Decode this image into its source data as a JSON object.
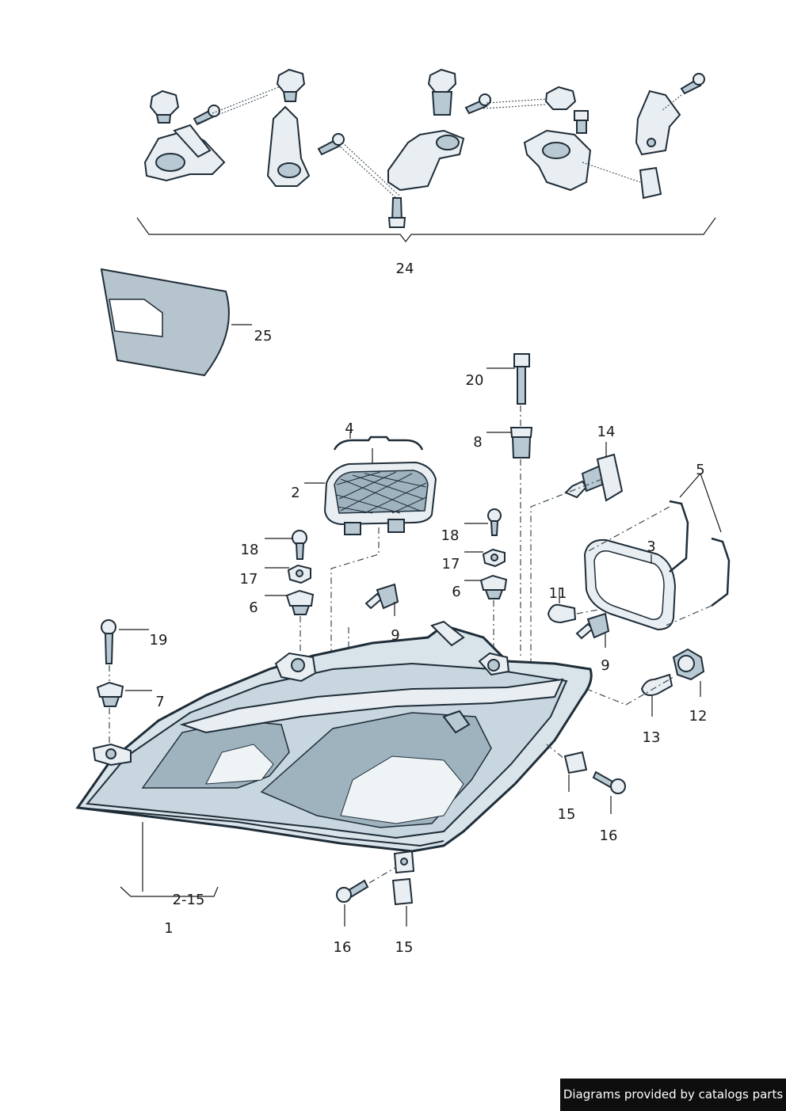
{
  "labels": {
    "p1": "1",
    "p2_15": "2-15",
    "p2": "2",
    "p3": "3",
    "p4": "4",
    "p5": "5",
    "p6a": "6",
    "p6b": "6",
    "p7": "7",
    "p8": "8",
    "p9a": "9",
    "p9b": "9",
    "p11": "11",
    "p12": "12",
    "p13": "13",
    "p14": "14",
    "p15a": "15",
    "p15b": "15",
    "p16a": "16",
    "p16b": "16",
    "p17a": "17",
    "p17b": "17",
    "p18a": "18",
    "p18b": "18",
    "p19": "19",
    "p20": "20",
    "p24": "24",
    "p25": "25"
  },
  "footer": {
    "text": "Diagrams provided by catalogs parts"
  },
  "colors": {
    "outline": "#1f2d38",
    "part_fill": "#e8eef2",
    "part_shade": "#b9c9d3",
    "background": "#ffffff"
  }
}
